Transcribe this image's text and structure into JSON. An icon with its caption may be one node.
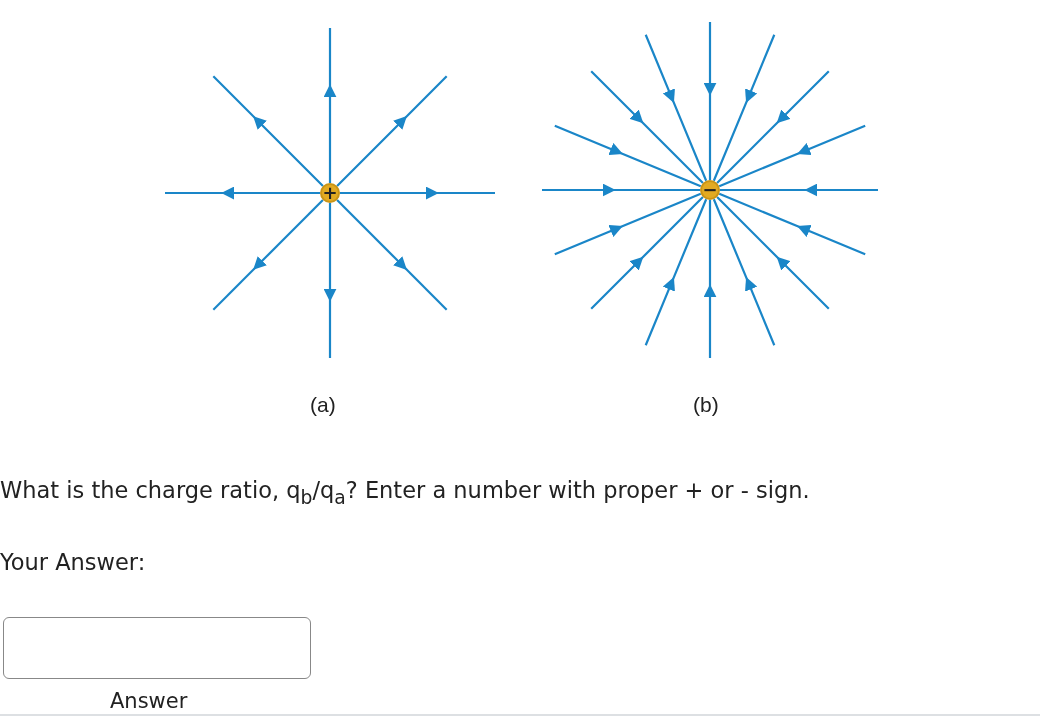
{
  "diagram": {
    "labels": [
      "+",
      "−",
      "(a)",
      "(b)",
      "What is the charge ratio, q$_{b}$/q$_{a}$?  Enter a number with proper + or - sign.",
      "Your Answer:",
      "Answer"
    ]
  }
}
